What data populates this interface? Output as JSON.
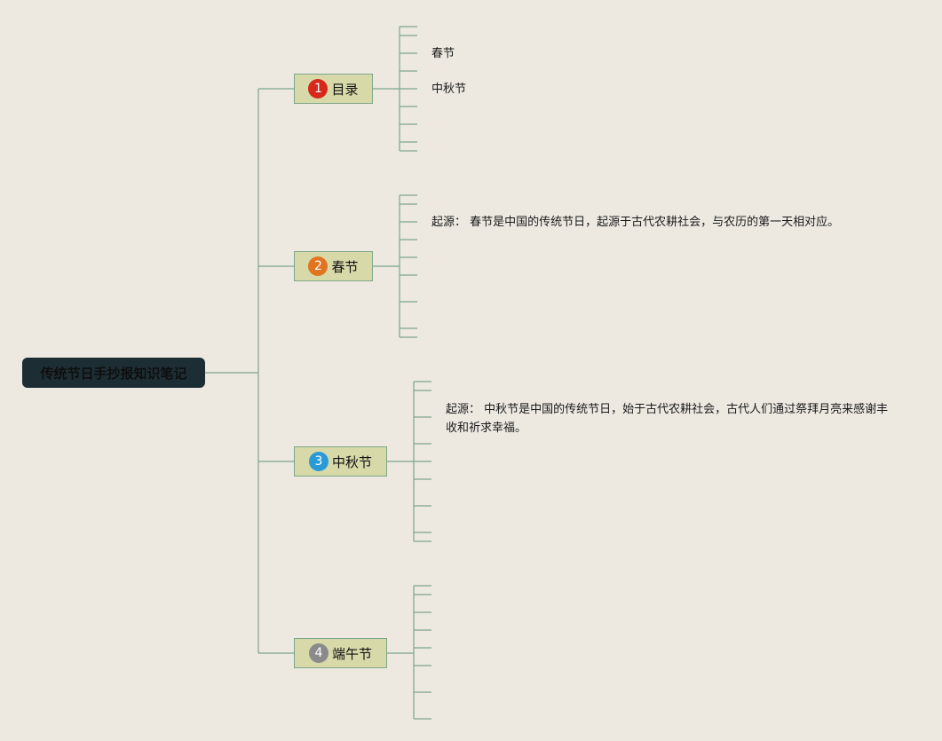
{
  "root": {
    "label": "传统节日手抄报知识笔记"
  },
  "branches": [
    {
      "number": "1",
      "label": "目录",
      "badge_color": "#d6281b"
    },
    {
      "number": "2",
      "label": "春节",
      "badge_color": "#e0741f"
    },
    {
      "number": "3",
      "label": "中秋节",
      "badge_color": "#2a9ad6"
    },
    {
      "number": "4",
      "label": "端午节",
      "badge_color": "#8a8a8a"
    }
  ],
  "toc_items": [
    "春节",
    "中秋节"
  ],
  "spring_origin": "起源： 春节是中国的传统节日，起源于古代农耕社会，与农历的第一天相对应。",
  "midautumn_origin": "起源： 中秋节是中国的传统节日，始于古代农耕社会，古代人们通过祭拜月亮来感谢丰收和祈求幸福。",
  "colors": {
    "background": "#ede9e1",
    "connector": "#7ea68a",
    "root_fill": "#1c2d34",
    "branch_fill": "#d8d9a9"
  }
}
